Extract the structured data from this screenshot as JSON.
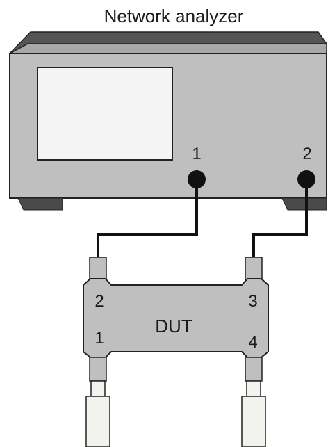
{
  "title": "Network analyzer",
  "analyzer": {
    "port1_label": "1",
    "port2_label": "2"
  },
  "dut": {
    "label": "DUT",
    "port_top_left": "2",
    "port_bottom_left": "1",
    "port_top_right": "3",
    "port_bottom_right": "4"
  },
  "colors": {
    "panel": "#bfbfbf",
    "panel_dark": "#555555",
    "screen": "#f4f4f4",
    "cable": "#111111",
    "outline": "#222222",
    "termination": "#f2f2ef"
  }
}
